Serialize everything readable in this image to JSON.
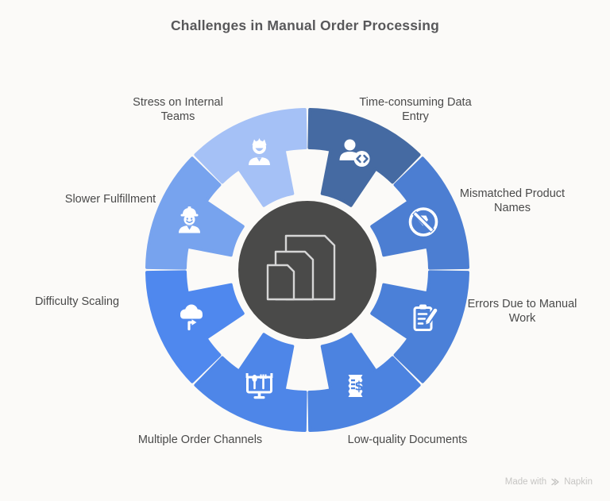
{
  "title": "Challenges in Manual Order Processing",
  "center": {
    "icon": "nested-documents",
    "color": "#4a4a49",
    "outline_color": "#d6d6d6"
  },
  "wheel": {
    "items": [
      {
        "label": "Time-consuming Data Entry",
        "color": "#456aa2",
        "icon": "person-code"
      },
      {
        "label": "Mismatched Product Names",
        "color": "#4c7ed2",
        "icon": "no-tag"
      },
      {
        "label": "Errors Due to Manual Work",
        "color": "#4b80d8",
        "icon": "clipboard-pencil"
      },
      {
        "label": "Low-quality Documents",
        "color": "#4c83e0",
        "icon": "receipt-dollar"
      },
      {
        "label": "Multiple Order Channels",
        "color": "#4e86e8",
        "icon": "monitor-cutlery"
      },
      {
        "label": "Difficulty Scaling",
        "color": "#4f88ee",
        "icon": "cloud-arrow"
      },
      {
        "label": "Slower Fulfillment",
        "color": "#77a3ee",
        "icon": "worker"
      },
      {
        "label": "Stress on Internal Teams",
        "color": "#a5c1f6",
        "icon": "stressed-person"
      }
    ]
  },
  "footer": {
    "made_with": "Made with",
    "brand": "Napkin",
    "icon": "napkin-logo"
  }
}
